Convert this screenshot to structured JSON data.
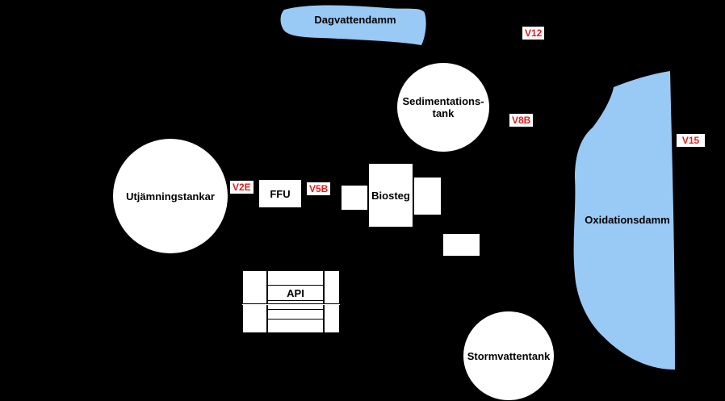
{
  "diagram": {
    "colors": {
      "background": "#000000",
      "pond": "#99c9f5",
      "valve_text": "#e02020",
      "node": "#ffffff"
    },
    "ponds": {
      "dagvattendamm": "Dagvattendamm",
      "oxidationsdamm": "Oxidationsdamm"
    },
    "tanks": {
      "sedimentation": "Sedimentations-\ntank",
      "utjamning": "Utjämningstankar",
      "stormvatten": "Stormvattentank"
    },
    "units": {
      "ffu": "FFU",
      "biosteg": "Biosteg",
      "api": "API"
    },
    "valves": {
      "v12": "V12",
      "v8b": "V8B",
      "v15": "V15",
      "v2e": "V2E",
      "v5b": "V5B"
    }
  }
}
